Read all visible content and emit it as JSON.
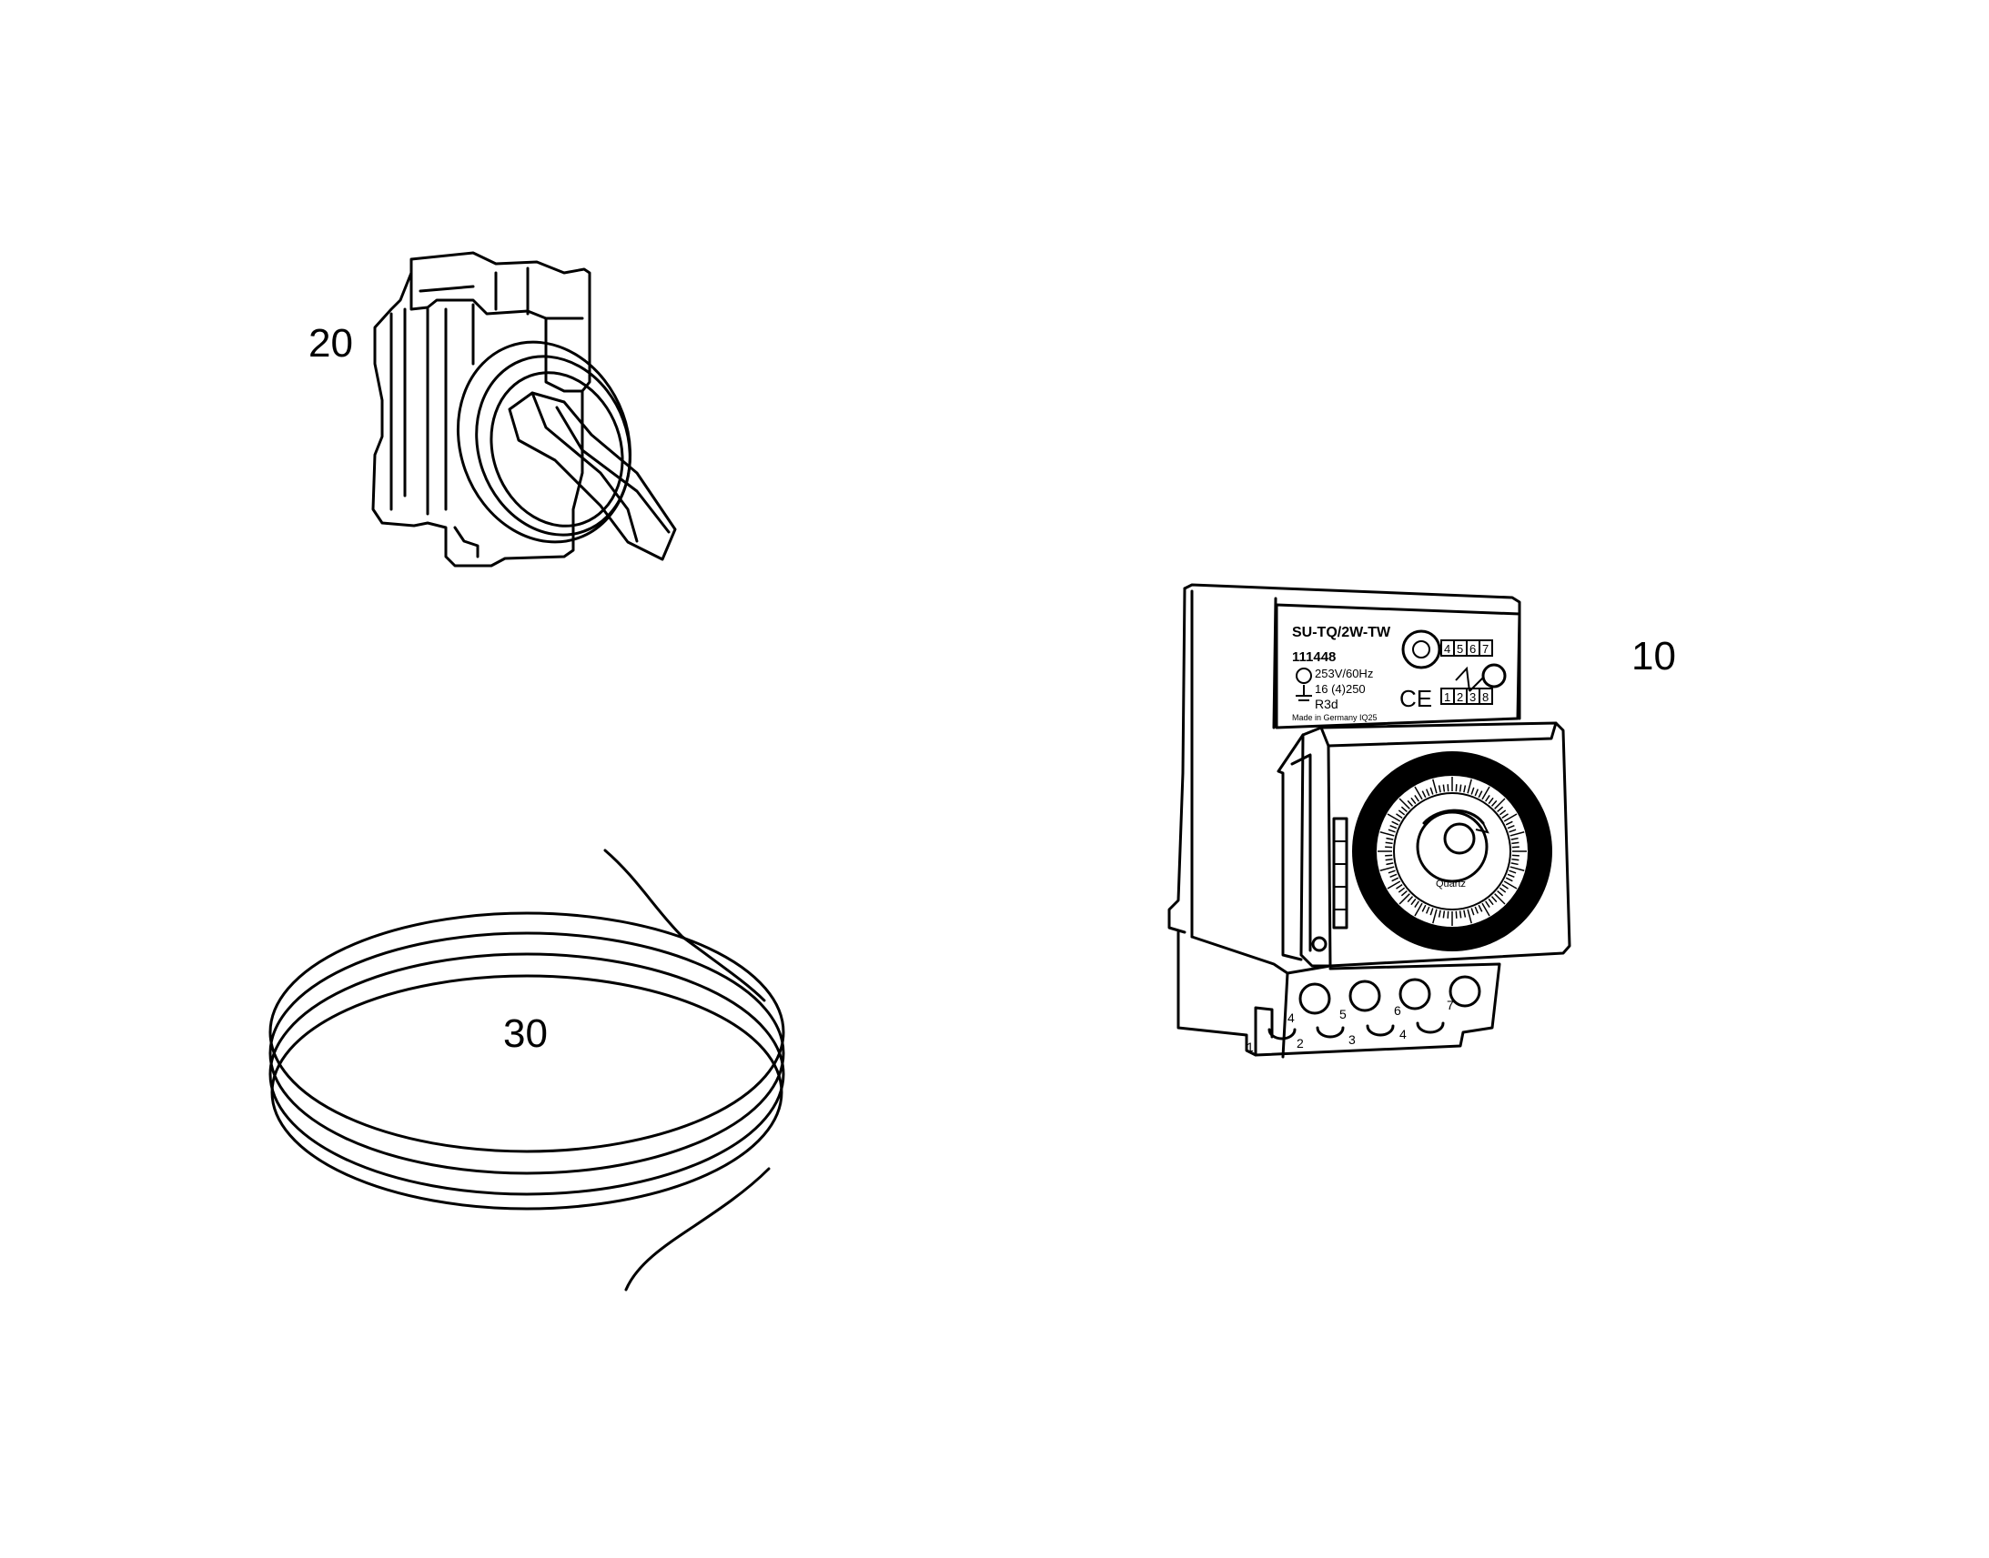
{
  "callouts": {
    "switch": "20",
    "timer": "10",
    "cable": "30"
  },
  "timer_label": {
    "model": "SU-TQ/2W-TW",
    "number": "111448",
    "rating_1": "253V/60Hz",
    "rating_2": "16 (4)250",
    "rating_3": "R3d",
    "origin": "Made in Germany IQ25",
    "mark": "CE",
    "dial_text": "Quartz",
    "top_cells": [
      "4",
      "5",
      "6",
      "7"
    ],
    "bottom_cells": [
      "1",
      "2",
      "3",
      "8"
    ],
    "terminals_upper": [
      "4",
      "5",
      "6",
      "7"
    ],
    "terminals_lower": [
      "1",
      "2",
      "3",
      "4"
    ]
  },
  "colors": {
    "line": "#000000",
    "background": "#ffffff",
    "dial_ring": "#000000"
  }
}
